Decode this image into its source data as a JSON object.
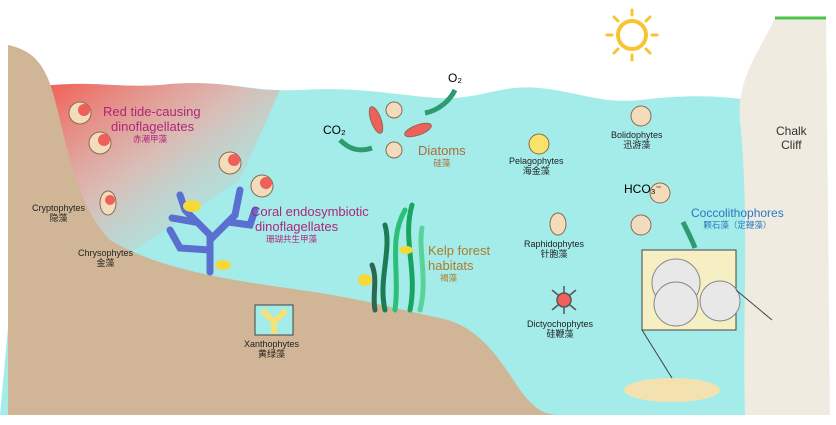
{
  "colors": {
    "water": "#a3ecea",
    "sand": "#d0b596",
    "cliff": "#efebe1",
    "red_tide": "#f45a4a",
    "magenta": "#b0267a",
    "brown": "#b07a2a",
    "blue": "#2a78c0",
    "arrow": "#2e9a70",
    "sun": "#f7c531"
  },
  "labels": {
    "red_tide": {
      "en1": "Red tide-causing",
      "en2": "dinoflagellates",
      "zh": "赤潮甲藻"
    },
    "coral": {
      "en1": "Coral endosymbiotic",
      "en2": "dinoflagellates",
      "zh": "珊瑚共生甲藻"
    },
    "cryptophytes": {
      "en": "Cryptophytes",
      "zh": "隐藻"
    },
    "chrysophytes": {
      "en": "Chrysophytes",
      "zh": "金藻"
    },
    "xanthophytes": {
      "en": "Xanthophytes",
      "zh": "黄绿藻"
    },
    "diatoms": {
      "en": "Diatoms",
      "zh": "硅藻"
    },
    "kelp": {
      "en1": "Kelp forest",
      "en2": "habitats",
      "zh": "褐藻"
    },
    "pelagophytes": {
      "en": "Pelagophytes",
      "zh": "海金藻"
    },
    "raphidophytes": {
      "en": "Raphidophytes",
      "zh": "针胞藻"
    },
    "dictyochophytes": {
      "en": "Dictyochophytes",
      "zh": "硅鞭藻"
    },
    "bolidophytes": {
      "en": "Bolidophytes",
      "zh": "迅游藻"
    },
    "coccolithophores": {
      "en": "Coccolithophores",
      "zh": "颗石藻（定鞭藻）"
    },
    "chalk_cliff": {
      "en1": "Chalk",
      "en2": "Cliff"
    },
    "co2": "CO₂",
    "o2": "O₂",
    "hco3": "HCO₃⁻"
  }
}
